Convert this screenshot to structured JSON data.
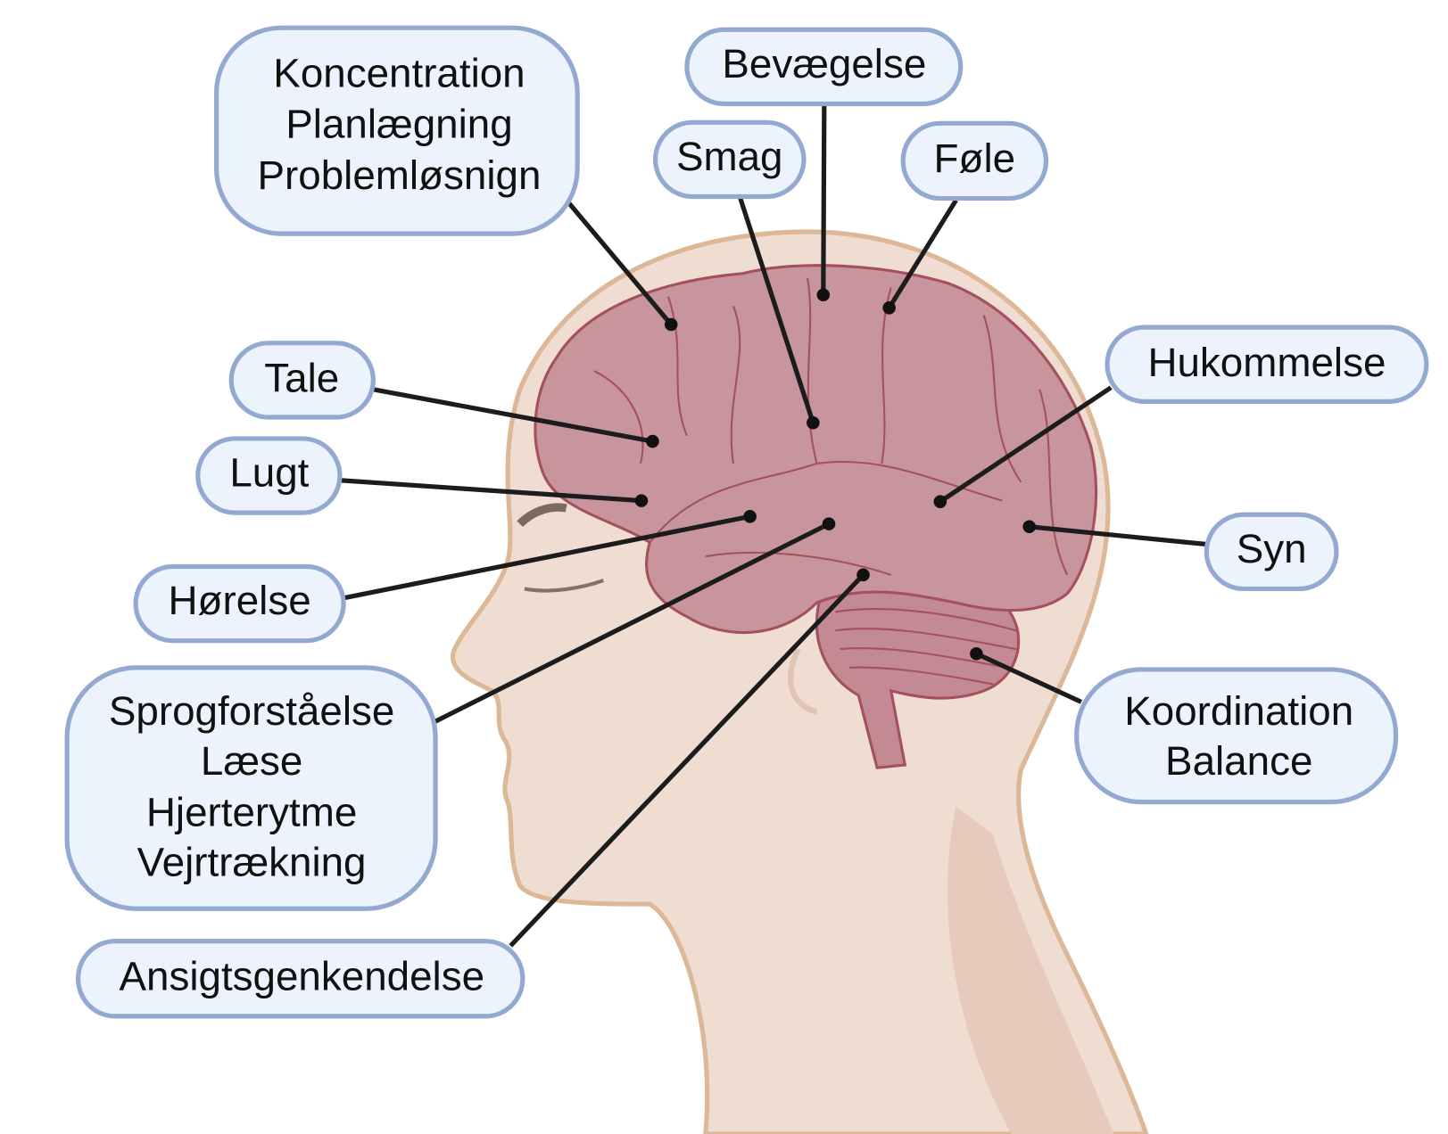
{
  "title": "Hjernens funktioner",
  "labels": {
    "koncentration": [
      "Koncentration",
      "Planlægning",
      "Problemløsnign"
    ],
    "bevaegelse": "Bevægelse",
    "smag": "Smag",
    "foele": "Føle",
    "tale": "Tale",
    "lugt": "Lugt",
    "hoerelse": "Hørelse",
    "sprog": [
      "Sprogforståelse",
      "Læse",
      "Hjerterytme",
      "Vejrtrækning"
    ],
    "ansigt": "Ansigtsgenkendelse",
    "hukommelse": "Hukommelse",
    "syn": "Syn",
    "koordination": [
      "Koordination",
      "Balance"
    ]
  },
  "colors": {
    "label_fill": "#ecf3fc",
    "label_border": "#93a9d2",
    "brain": "#c9959c",
    "skin": "#f0ddd2"
  }
}
